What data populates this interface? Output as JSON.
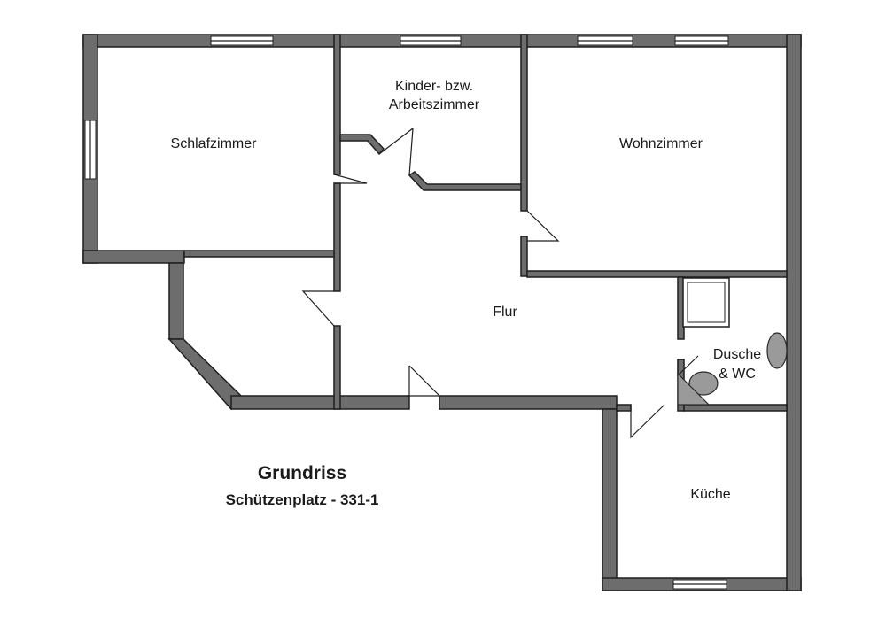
{
  "plan": {
    "title": "Grundriss",
    "subtitle": "Schützenplatz - 331-1"
  },
  "rooms": {
    "schlafzimmer": "Schlafzimmer",
    "kinder_line1": "Kinder- bzw.",
    "kinder_line2": "Arbeitszimmer",
    "wohnzimmer": "Wohnzimmer",
    "flur": "Flur",
    "dusche_line1": "Dusche",
    "dusche_line2": "& WC",
    "kueche": "Küche"
  },
  "colors": {
    "wall": "#6d6d6d",
    "outline": "#1f1f1f",
    "background": "#ffffff"
  }
}
